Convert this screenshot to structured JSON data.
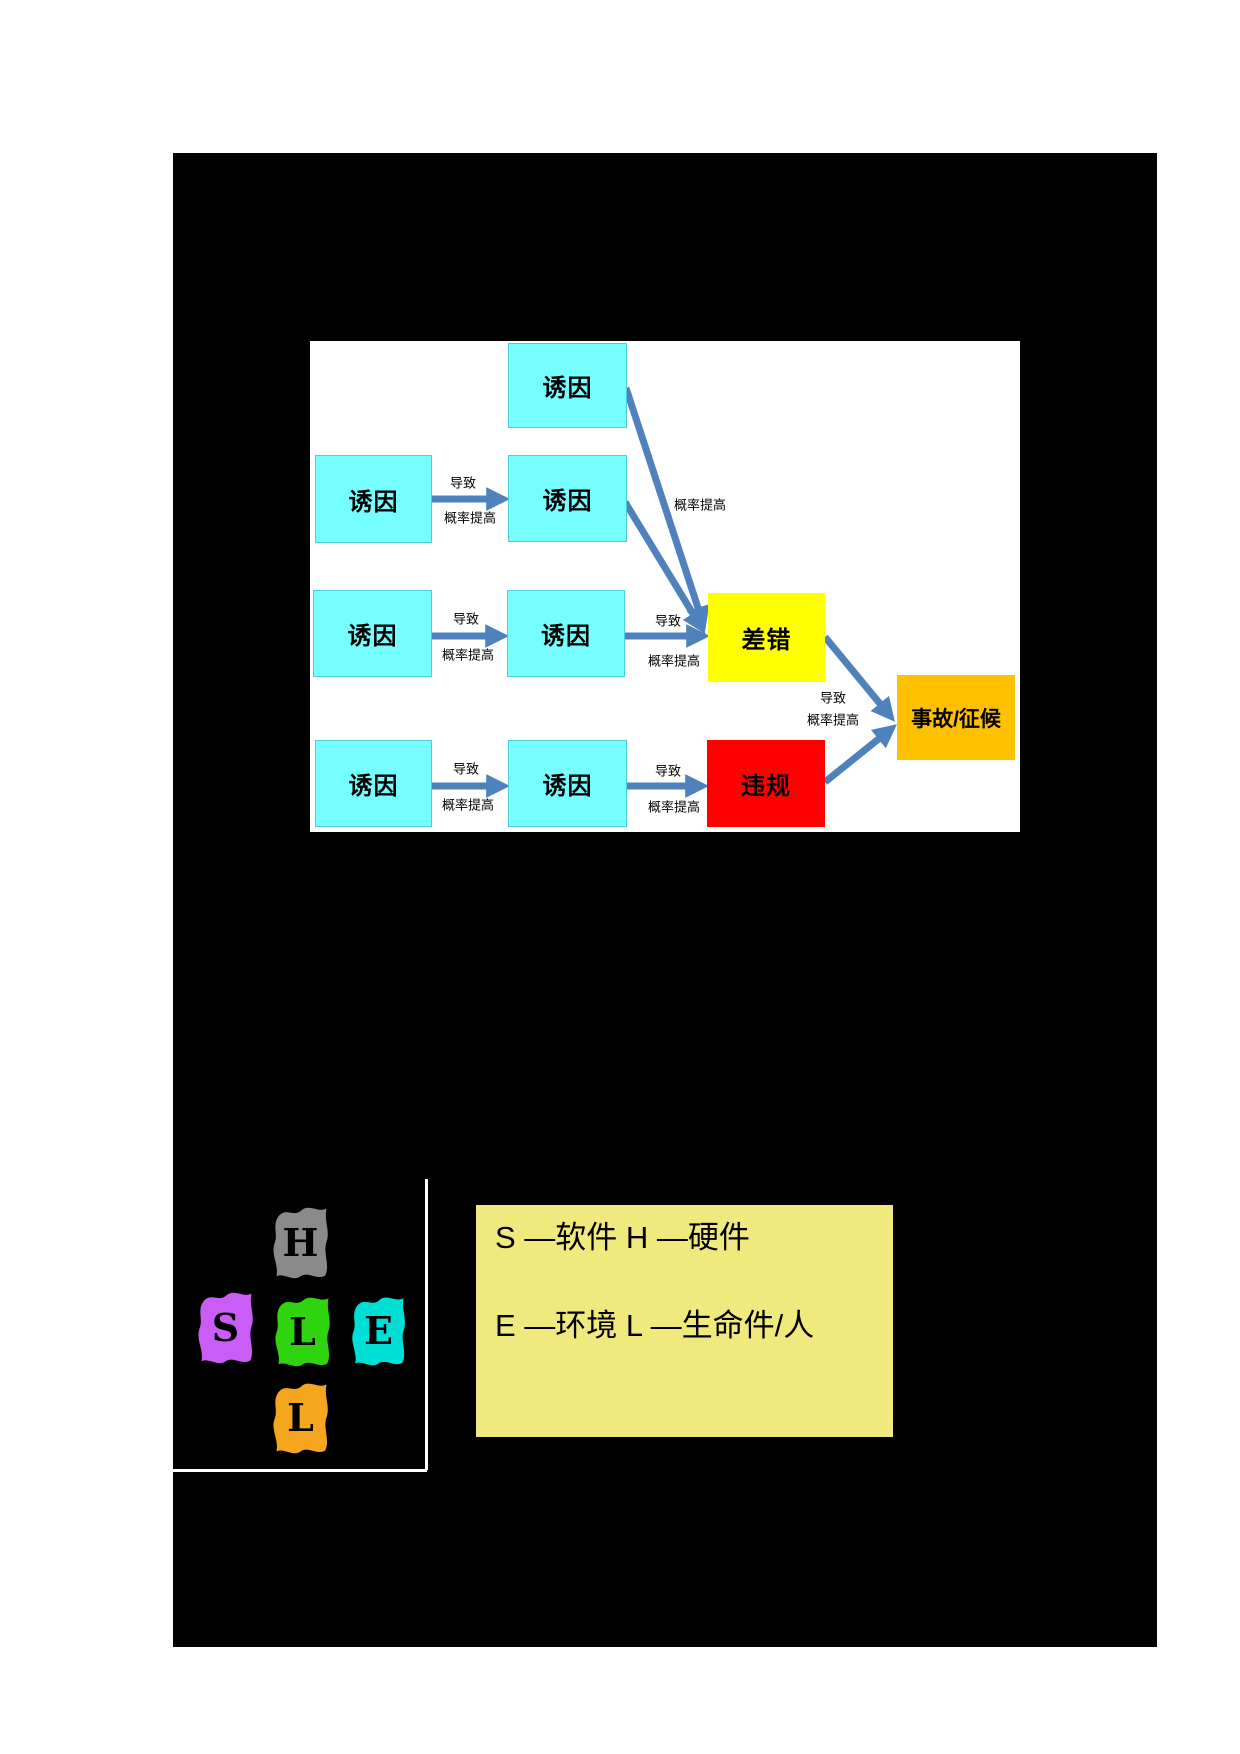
{
  "colors": {
    "page_background": "#ffffff",
    "canvas_background": "#000000",
    "flow_panel_background": "#ffffff",
    "inducer_box": "#76feff",
    "error_box": "#ffff00",
    "violation_box": "#ff0000",
    "accident_box": "#ffc000",
    "arrow": "#4f81bd",
    "legend_background": "#f0ea7e",
    "shel_frame_border": "#ffffff"
  },
  "flowchart": {
    "nodes": [
      {
        "id": "inducer-a",
        "label": "诱因"
      },
      {
        "id": "inducer-b1",
        "label": "诱因"
      },
      {
        "id": "inducer-b2",
        "label": "诱因"
      },
      {
        "id": "inducer-c1",
        "label": "诱因"
      },
      {
        "id": "inducer-c2",
        "label": "诱因"
      },
      {
        "id": "error",
        "label": "差错"
      },
      {
        "id": "inducer-d1",
        "label": "诱因"
      },
      {
        "id": "inducer-d2",
        "label": "诱因"
      },
      {
        "id": "violation",
        "label": "违规"
      },
      {
        "id": "accident",
        "label": "事故/征候"
      }
    ],
    "edge_labels": [
      {
        "top": "导致",
        "bottom": "概率提高"
      },
      {
        "top": "导致",
        "bottom": "概率提高"
      },
      {
        "top": "导致",
        "bottom": "概率提高"
      },
      {
        "top": "导致",
        "bottom": "概率提高"
      },
      {
        "top": "导致",
        "bottom": "概率提高"
      },
      {
        "top": "导致",
        "bottom": "概率提高"
      },
      {
        "bottom": "概率提高"
      }
    ]
  },
  "shel": {
    "pieces": [
      {
        "letter": "H",
        "color": "#8a8a8a"
      },
      {
        "letter": "S",
        "color": "#c95df5"
      },
      {
        "letter": "L",
        "color": "#2fd40e"
      },
      {
        "letter": "E",
        "color": "#00dfd5"
      },
      {
        "letter": "L",
        "color": "#f6a51f"
      }
    ]
  },
  "legend": {
    "line1": "S —软件 H —硬件",
    "line2": "E —环境 L —生命件/人"
  }
}
